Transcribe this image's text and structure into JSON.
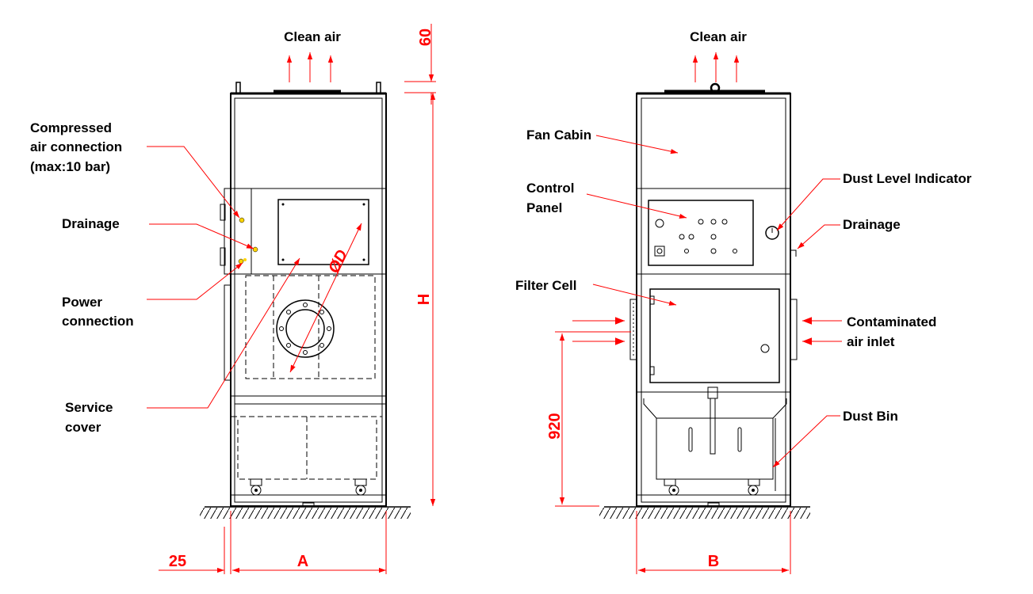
{
  "left_view": {
    "top_label": "Clean air",
    "callouts": {
      "compressed_air_1": "Compressed",
      "compressed_air_2": "air connection",
      "compressed_air_3": "(max:10 bar)",
      "drainage": "Drainage",
      "power_1": "Power",
      "power_2": "connection",
      "service_1": "Service",
      "service_2": "cover"
    },
    "dims": {
      "top": "60",
      "height": "H",
      "diameter": "ØD",
      "side_offset": "25",
      "width": "A"
    }
  },
  "right_view": {
    "top_label": "Clean air",
    "callouts": {
      "fan_cabin": "Fan Cabin",
      "control_1": "Control",
      "control_2": "Panel",
      "filter_cell": "Filter Cell",
      "dust_level": "Dust Level Indicator",
      "drainage": "Drainage",
      "inlet_1": "Contaminated",
      "inlet_2": "air inlet",
      "dust_bin": "Dust Bin"
    },
    "dims": {
      "inlet_height": "920",
      "width": "B"
    }
  },
  "colors": {
    "dimension": "#ff0000",
    "outline": "#000000",
    "indicator": "#ffd400"
  }
}
